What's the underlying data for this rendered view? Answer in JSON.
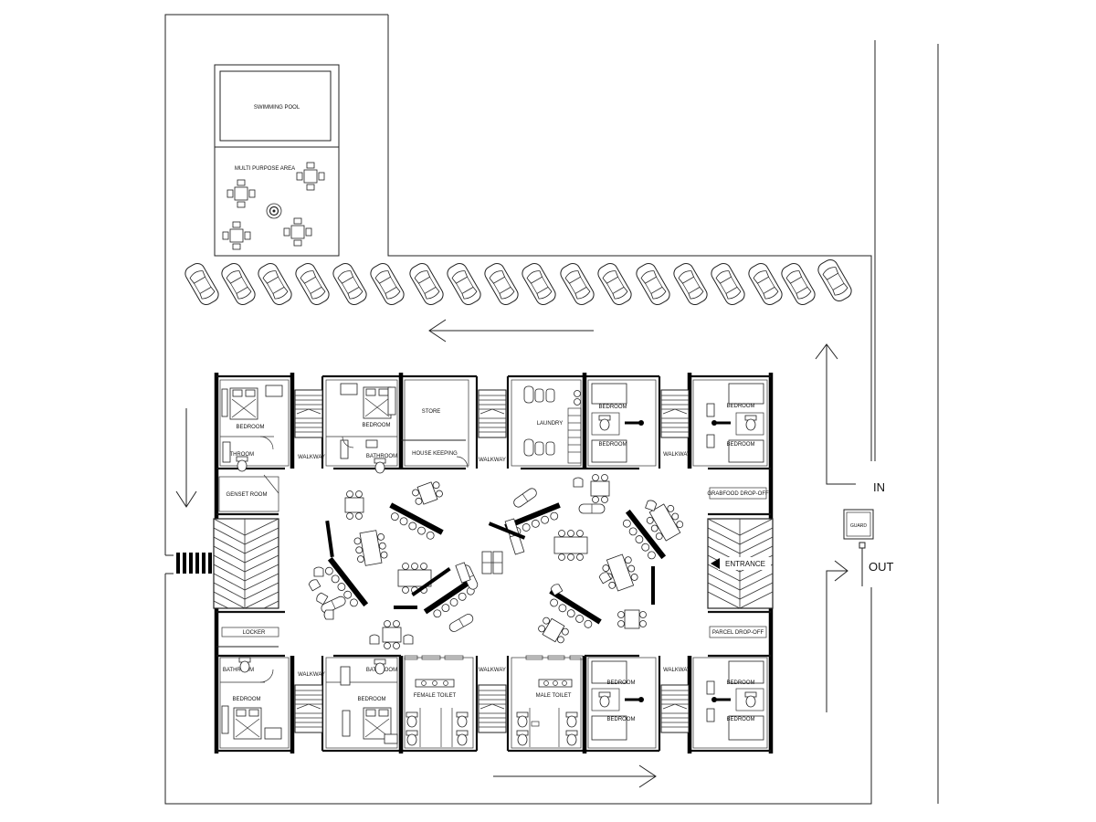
{
  "labels": {
    "swimming_pool": "SWIMMING POOL",
    "multi_purpose": "MULTI PURPOSE AREA",
    "store": "STORE",
    "house_keeping": "HOUSE KEEPING",
    "laundry": "LAUNDRY",
    "bedroom": "BEDROOM",
    "bathroom": "BATHROOM",
    "walkway": "WALKWAY",
    "genset_room": "GENSET ROOM",
    "locker": "LOCKER",
    "female_toilet": "FEMALE TOILET",
    "male_toilet": "MALE TOILET",
    "grabfood": "GRABFOOD DROP-OFF",
    "parcel": "PARCEL DROP-OFF",
    "entrance": "ENTRANCE",
    "guard": "GUARD",
    "in": "IN",
    "out": "OUT"
  },
  "parking": {
    "car_count": 18
  }
}
